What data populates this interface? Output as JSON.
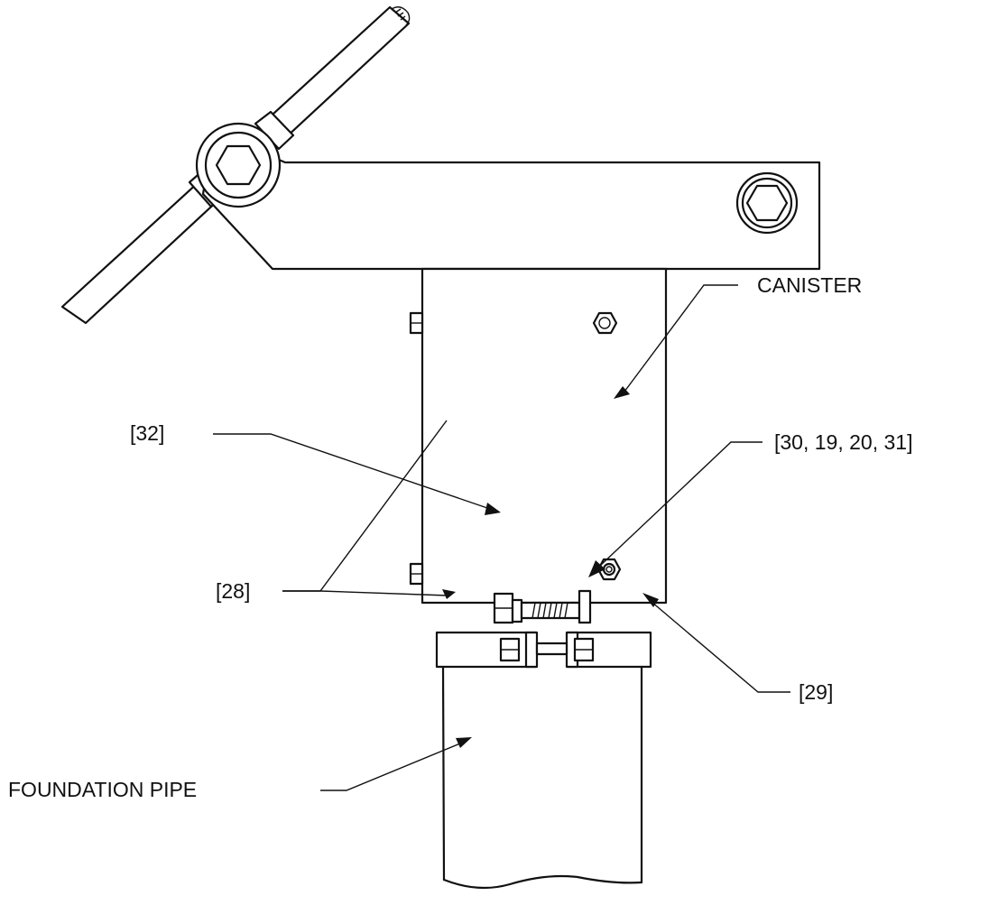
{
  "labels": {
    "canister": "CANISTER",
    "ref_32": "[32]",
    "ref_30_19_20_31": "[30, 19, 20, 31]",
    "ref_28": "[28]",
    "ref_29": "[29]",
    "foundation_pipe": "FOUNDATION PIPE"
  },
  "colors": {
    "line": "#111111",
    "background": "#ffffff"
  }
}
